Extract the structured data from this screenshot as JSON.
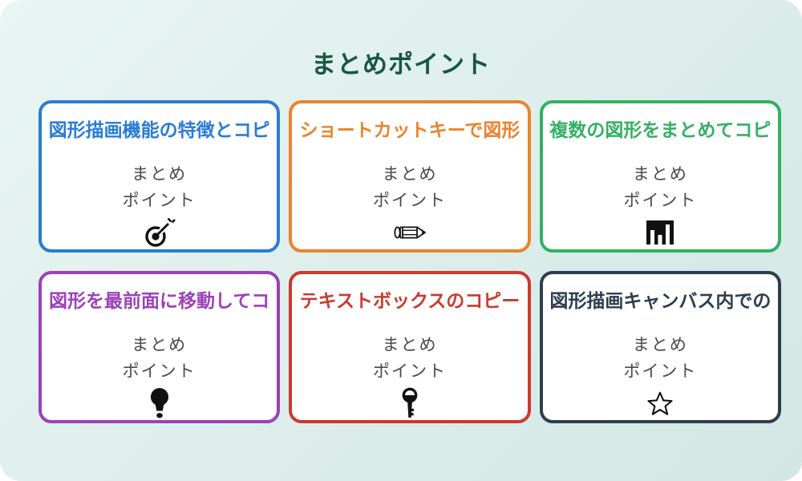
{
  "page": {
    "title": "まとめポイント",
    "title_color": "#17573f",
    "background_from": "#e9f5f3",
    "background_to": "#d2e7e4"
  },
  "body_text_color": "#4a4a4a",
  "cards": [
    {
      "title": "図形描画機能の特徴とコピ",
      "accent": "#2b7cd3",
      "line1": "まとめ",
      "line2": "ポイント",
      "icon": "target-arrow-icon"
    },
    {
      "title": "ショートカットキーで図形",
      "accent": "#e8842e",
      "line1": "まとめ",
      "line2": "ポイント",
      "icon": "pencil-icon"
    },
    {
      "title": "複数の図形をまとめてコピ",
      "accent": "#34b063",
      "line1": "まとめ",
      "line2": "ポイント",
      "icon": "bar-chart-icon"
    },
    {
      "title": "図形を最前面に移動してコ",
      "accent": "#9b41b9",
      "line1": "まとめ",
      "line2": "ポイント",
      "icon": "lightbulb-icon"
    },
    {
      "title": "テキストボックスのコピー",
      "accent": "#c93a2f",
      "line1": "まとめ",
      "line2": "ポイント",
      "icon": "key-icon"
    },
    {
      "title": "図形描画キャンバス内での",
      "accent": "#2e3d4e",
      "line1": "まとめ",
      "line2": "ポイント",
      "icon": "star-icon"
    }
  ]
}
